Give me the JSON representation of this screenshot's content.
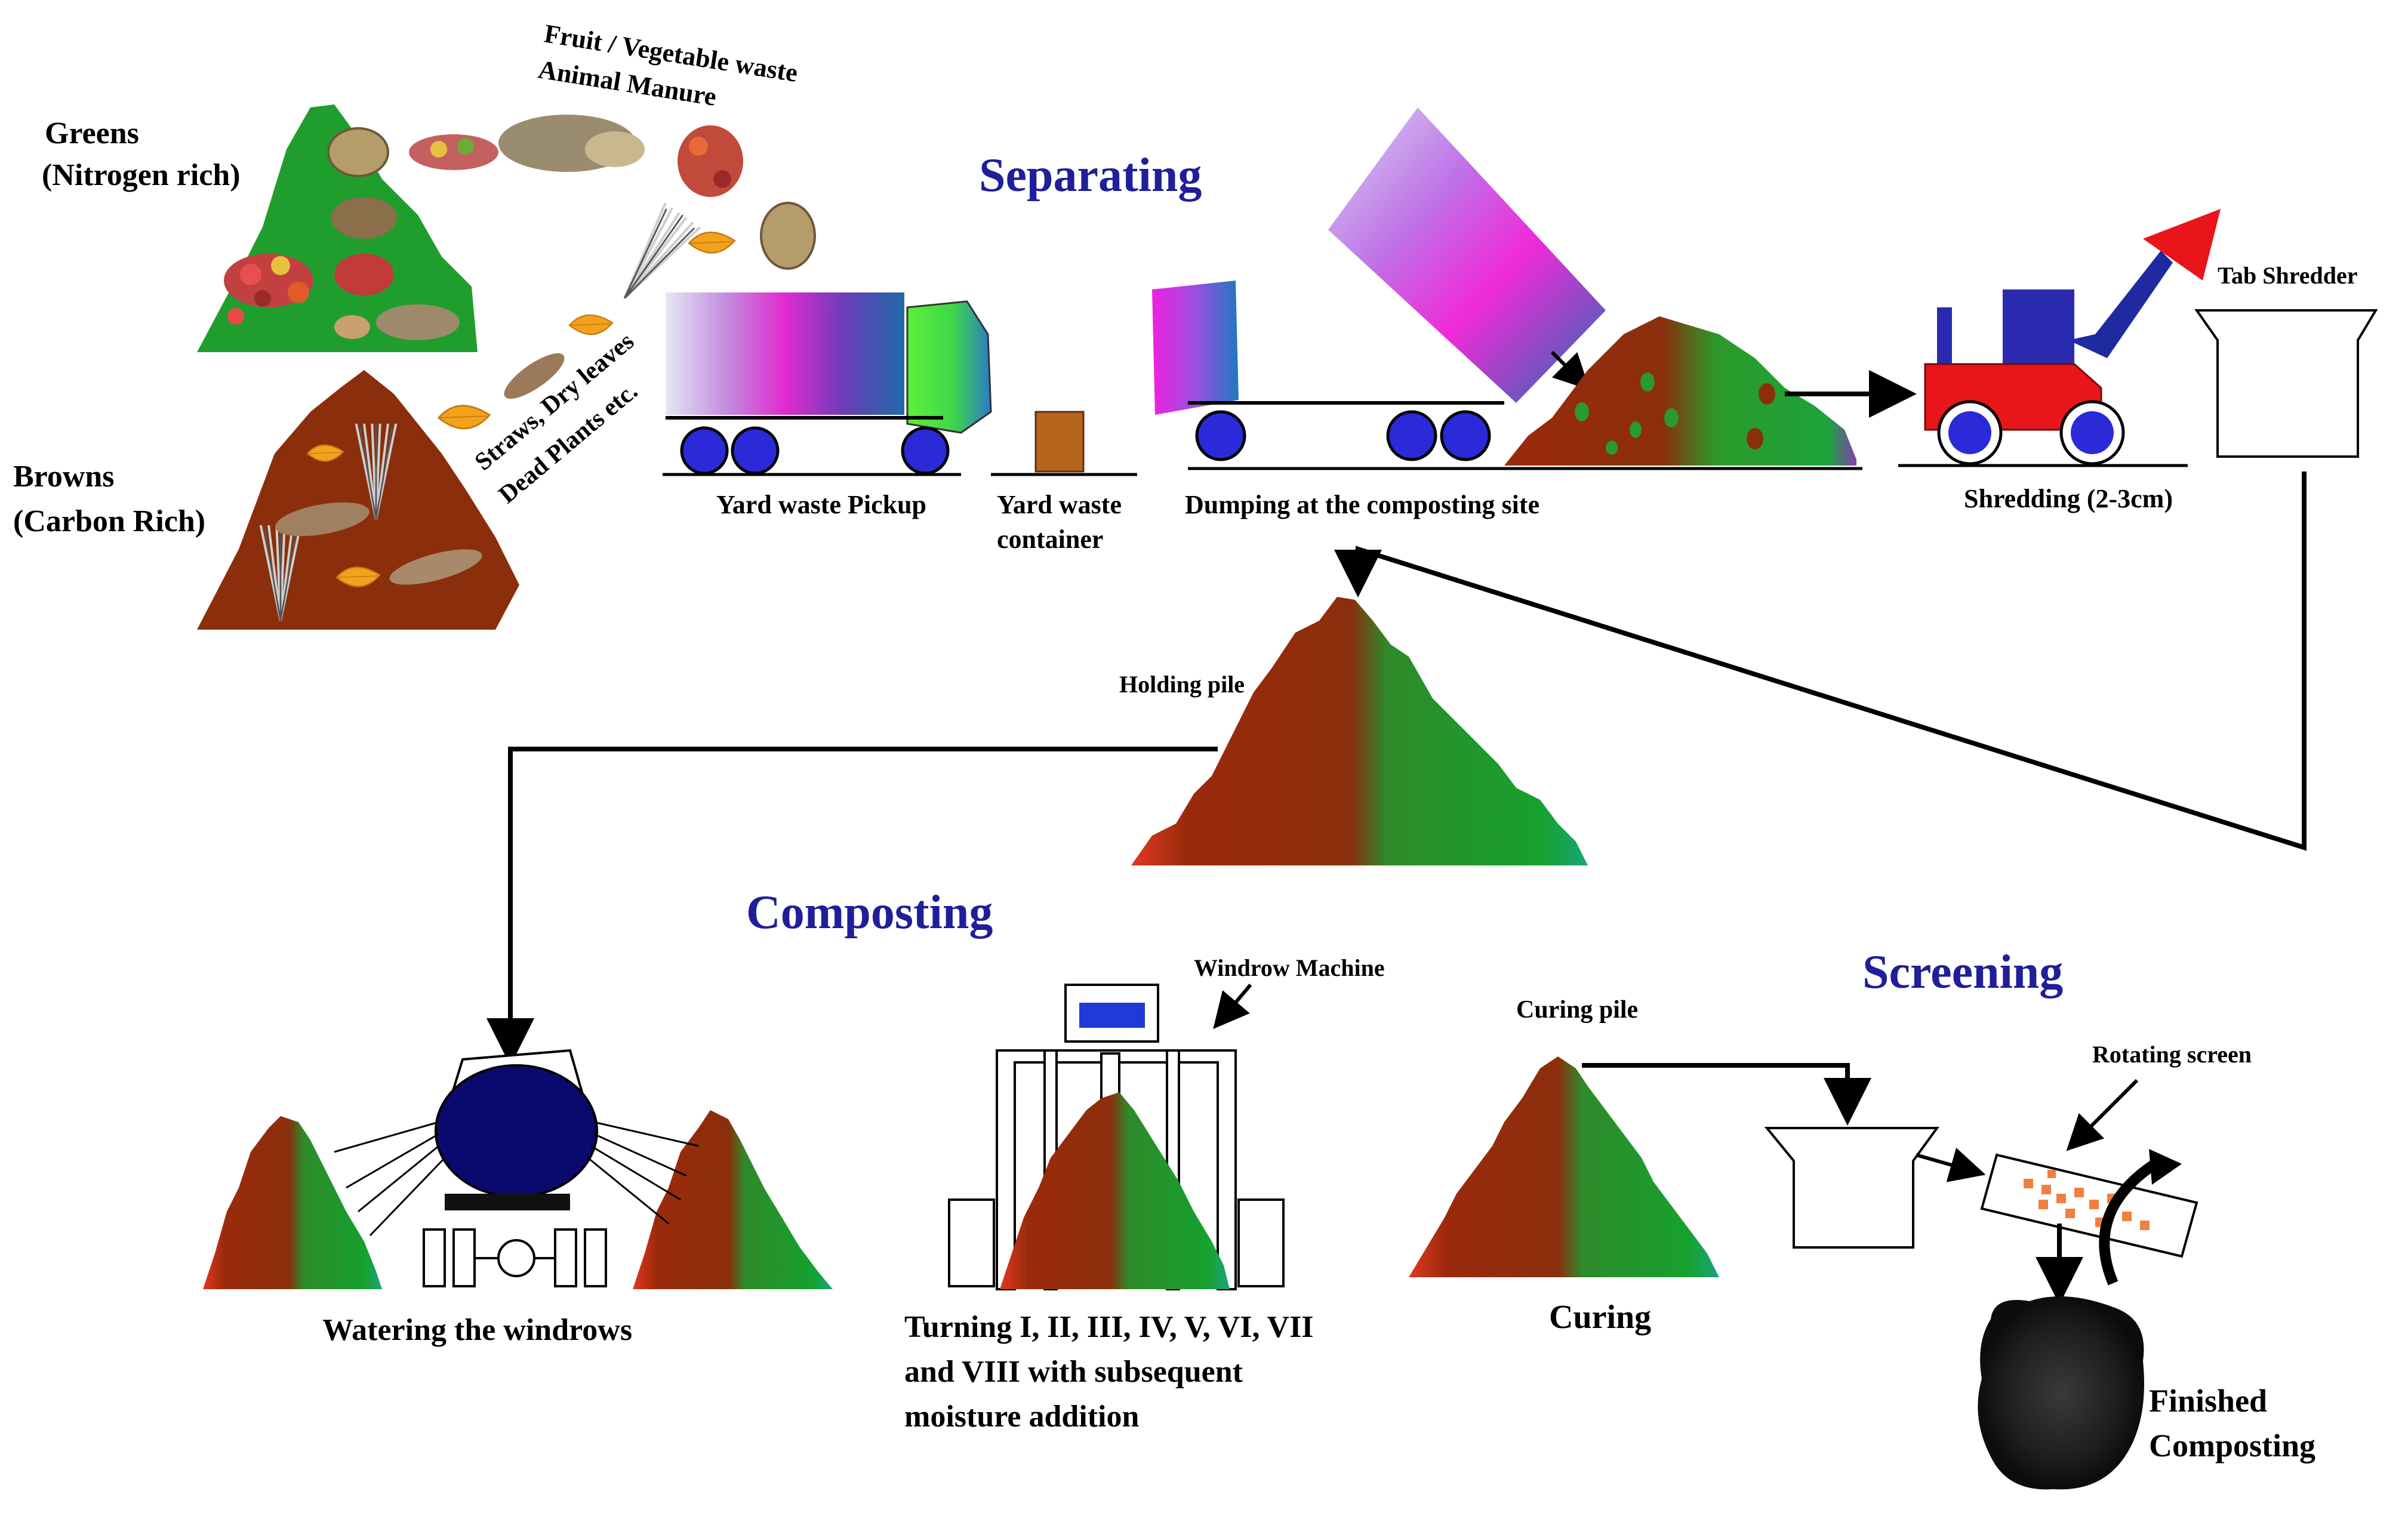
{
  "sections": {
    "separating": "Separating",
    "composting": "Composting",
    "screening": "Screening"
  },
  "inputs": {
    "greens_line1": "Greens",
    "greens_line2": "(Nitrogen rich)",
    "browns_line1": "Browns",
    "browns_line2": "(Carbon Rich)",
    "fruit_line1": "Fruit / Vegetable waste",
    "fruit_line2": "Animal Manure",
    "straws_line1": "Straws, Dry leaves",
    "straws_line2": "Dead Plants etc."
  },
  "labels": {
    "yard_pickup": "Yard waste Pickup",
    "yard_container_line1": "Yard waste",
    "yard_container_line2": "container",
    "dumping": "Dumping at the composting site",
    "shredding": "Shredding (2-3cm)",
    "tab_shredder": "Tab Shredder",
    "holding_pile": "Holding pile",
    "watering": "Watering the windrows",
    "windrow_machine": "Windrow Machine",
    "turning_line1": "Turning I, II, III, IV, V, VI, VII",
    "turning_line2": "and VIII  with subsequent",
    "turning_line3": "moisture addition",
    "curing_pile": "Curing pile",
    "curing": "Curing",
    "rotating_screen": "Rotating screen",
    "finished_line1": "Finished",
    "finished_line2": "Composting"
  },
  "colors": {
    "section_title": "#1f1f99",
    "greens": "#1f9e2e",
    "browns": "#8b2e0c",
    "wheel": "#2a2ad8",
    "tractor": "#e8151b",
    "flag": "#e8151b"
  }
}
